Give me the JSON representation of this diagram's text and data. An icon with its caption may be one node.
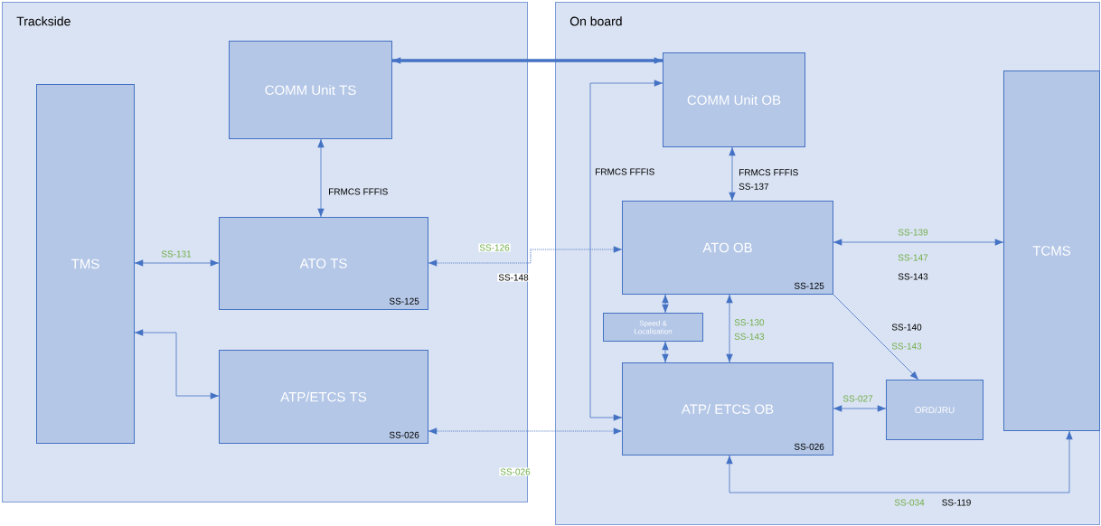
{
  "diagram": {
    "nodes": [
      {
        "text": [
          "Trackside"
        ]
      },
      {
        "text": [
          "COMM Unit TS"
        ],
        "in": 0
      },
      {
        "text": [
          "TMS"
        ],
        "in": 0
      },
      {
        "text": [
          "ATO TS",
          "SS-125"
        ],
        "in": 0
      },
      {
        "text": [
          "ATP/ETCS TS",
          "SS-026"
        ],
        "in": 0
      },
      {
        "text": [
          "On board"
        ]
      },
      {
        "text": [
          "COMM Unit OB"
        ],
        "in": 5
      },
      {
        "text": [
          "ATO OB",
          "SS-125"
        ],
        "in": 5
      },
      {
        "text": [
          "Speed & Localisation"
        ],
        "in": 5
      },
      {
        "text": [
          "ATP/ ETCS OB",
          "SS-026"
        ],
        "in": 5
      },
      {
        "text": [
          "ORD/JRU"
        ],
        "in": 5
      },
      {
        "text": [
          "TCMS"
        ],
        "in": 5
      }
    ],
    "edges": [
      {
        "from": 1,
        "to": 6,
        "arrow": "both",
        "style": "thick"
      },
      {
        "from": 1,
        "to": 3,
        "arrow": "both",
        "label": "FRMCS FFFIS"
      },
      {
        "from": 2,
        "to": 3,
        "arrow": "both",
        "label": "SS-131"
      },
      {
        "from": 2,
        "to": 4,
        "arrow": "both"
      },
      {
        "from": 3,
        "to": 7,
        "arrow": "both",
        "style": "dashed",
        "label": "SS-126"
      },
      {
        "from": 4,
        "to": 9,
        "arrow": "both",
        "style": "dashed",
        "label": "SS-026"
      },
      {
        "from": 6,
        "to": 7,
        "arrow": "both",
        "label": "FRMCS FFFIS SS-137"
      },
      {
        "from": 6,
        "to": 9,
        "arrow": "both",
        "label": "FRMCS FFFIS"
      },
      {
        "from": 7,
        "to": 11,
        "arrow": "both",
        "label": "SS-139"
      },
      {
        "from": 7,
        "to": 8,
        "arrow": "both"
      },
      {
        "from": 8,
        "to": 9,
        "arrow": "both"
      },
      {
        "from": 7,
        "to": 9,
        "arrow": "both",
        "label": "SS-130 SS-143"
      },
      {
        "from": 7,
        "to": 10,
        "arrow": "to",
        "label": "SS-140"
      },
      {
        "from": 9,
        "to": 10,
        "arrow": "both",
        "label": "SS-027"
      },
      {
        "from": 9,
        "to": 11,
        "arrow": "both",
        "label": "SS-034"
      }
    ],
    "labels": [
      "SS-147",
      "SS-148",
      "SS-143",
      "SS-143",
      "SS-119"
    ]
  }
}
